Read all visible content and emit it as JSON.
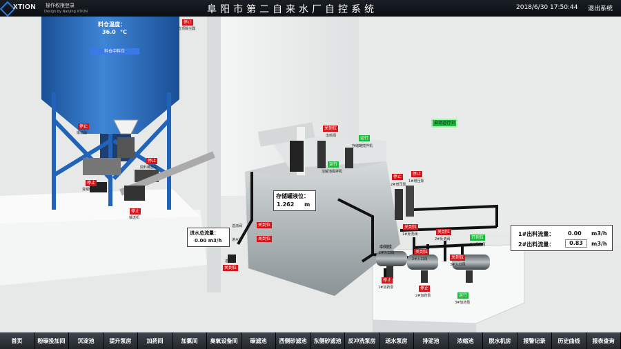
{
  "header": {
    "logo_text": "XTION",
    "perm_label": "操作权限登录",
    "design_by": "Design by NanJing XTION",
    "title": "阜阳市第二自来水厂自控系统",
    "datetime": "2018/6/30 17:50:44",
    "exit_label": "退出系统"
  },
  "silo": {
    "temp_label": "料仓温度：",
    "temp_value": "36.0",
    "temp_unit": "°C",
    "level_label": "料仓中料位",
    "vibrator": {
      "state": "停止",
      "name": "振动器"
    },
    "mixer": {
      "state": "停止",
      "name": "搅料螺旋机"
    },
    "changer": {
      "state": "停止",
      "name": "变频供料机"
    },
    "feeder": {
      "state": "停止",
      "name": "输送机"
    }
  },
  "wet_dust": {
    "state": "停止",
    "name": "仓顶除尘器"
  },
  "tank": {
    "outlet_valve": {
      "state": "关到位",
      "name": "出料阀"
    },
    "mixer": {
      "state": "运行",
      "name": "存储罐搅拌机"
    },
    "dilute_mixer": {
      "state": "运行",
      "name": "溶解池搅拌机"
    },
    "level_label": "存储罐液位：",
    "level_value": "1.262",
    "level_unit": "m",
    "inlet_valve_a": {
      "name": "溢流阀",
      "state": "关到位"
    },
    "inlet_valve_b": {
      "name": "进水阀",
      "state": "关到位"
    },
    "water_valve": {
      "state": "关到位",
      "name": "进水阀"
    }
  },
  "auto_running": "自动运行中",
  "inflow": {
    "label": "进水总流量：",
    "value": "0.00 m3/h"
  },
  "pumps": {
    "booster1": {
      "state": "停止",
      "name": "1#增压泵"
    },
    "booster2": {
      "state": "停止",
      "name": "2#增压泵"
    },
    "back1": {
      "state": "关到位",
      "name": "1#反洗阀"
    },
    "back2": {
      "state": "关到位",
      "name": "2#反洗阀"
    },
    "back3": {
      "state": "开到位",
      "name": "3#反洗阀"
    },
    "mid": {
      "label": "中间位",
      "name": "1#入口阀"
    },
    "in2": {
      "state": "关到位",
      "name": "2#入口阀"
    },
    "in3": {
      "state": "关到位",
      "name": "3#入口阀"
    },
    "dose1": {
      "state": "停止",
      "name": "1#加药泵"
    },
    "dose2": {
      "state": "停止",
      "name": "2#加药泵"
    },
    "dose3": {
      "state": "运行",
      "name": "3#加药泵"
    }
  },
  "outflow": {
    "row1_label": "1#出料流量：",
    "row1_value": "0.00",
    "row1_unit": "m3/h",
    "row2_label": "2#出料流量：",
    "row2_value": "0.83",
    "row2_unit": "m3/h"
  },
  "nav": [
    "首页",
    "粉碳投加间",
    "沉淀池",
    "提升泵房",
    "加药间",
    "加氯间",
    "臭氧设备间",
    "碳滤池",
    "西侧砂滤池",
    "东侧砂滤池",
    "反冲洗泵房",
    "送水泵房",
    "排泥池",
    "浓缩池",
    "脱水机房",
    "报警记录",
    "历史曲线",
    "报表查询"
  ],
  "colors": {
    "stop": "#d4161c",
    "run": "#20b83c",
    "silo": "#1f63b6"
  }
}
